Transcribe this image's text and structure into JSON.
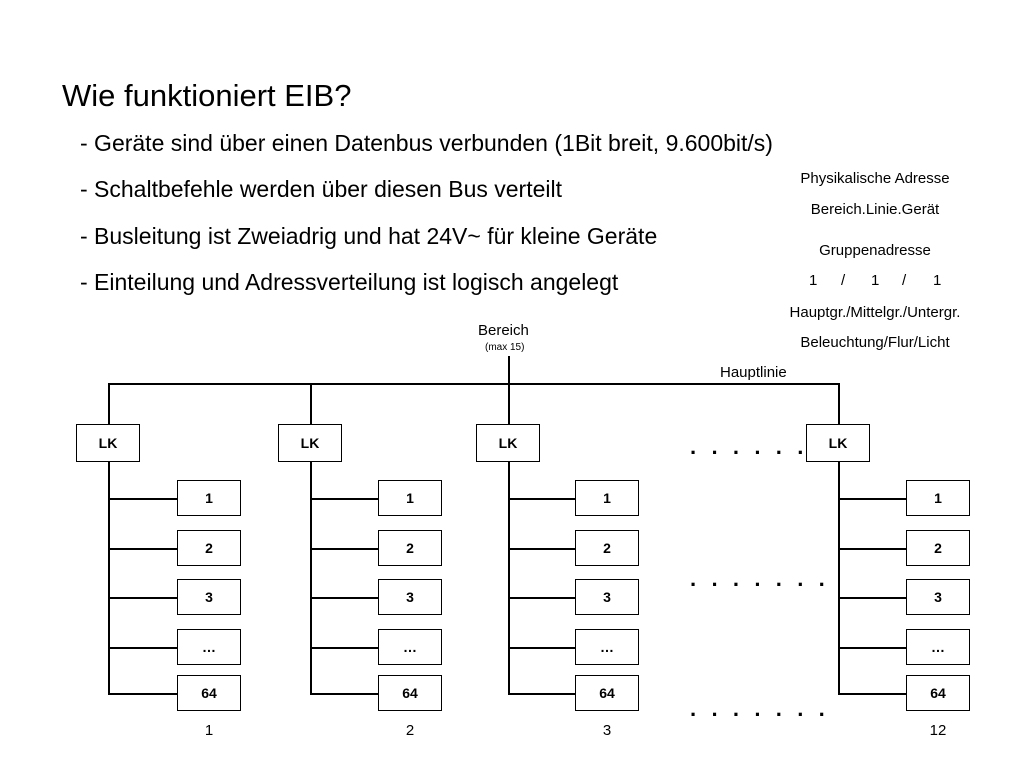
{
  "slide": {
    "title": "Wie funktioniert EIB?",
    "bullets": [
      "- Geräte sind über einen Datenbus verbunden (1Bit breit, 9.600bit/s)",
      "- Schaltbefehle werden über diesen Bus verteilt",
      "- Busleitung ist Zweiadrig und hat 24V~ für kleine Geräte",
      "- Einteilung und Adressverteilung ist logisch angelegt"
    ]
  },
  "address_info": {
    "physical_title": "Physikalische Adresse",
    "physical_format": "Bereich.Linie.Gerät",
    "group_title": "Gruppenadresse",
    "group_example": [
      "1",
      "/",
      "1",
      "/",
      "1"
    ],
    "group_format": "Hauptgr./Mittelgr./Untergr.",
    "group_example_text": "Beleuchtung/Flur/Licht"
  },
  "diagram": {
    "area_label": "Bereich",
    "area_max": "(max 15)",
    "main_line_label": "Hauptlinie",
    "coupler_label": "LK",
    "device_labels": [
      "1",
      "2",
      "3",
      "…",
      "64"
    ],
    "line_numbers": [
      "1",
      "2",
      "3",
      "12"
    ],
    "ellipsis": "· · · · · · ·"
  }
}
